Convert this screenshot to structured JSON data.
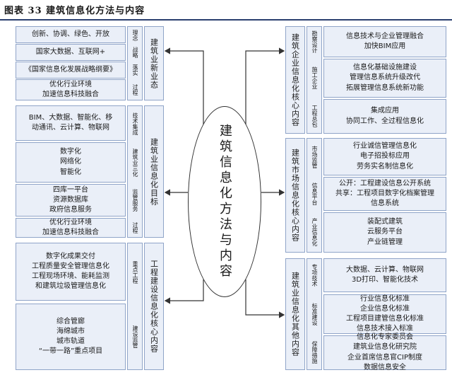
{
  "title": "图表 33  建筑信息化方法与内容",
  "center": "建筑信息化方法与内容",
  "left": [
    {
      "heading": "建筑业新业态",
      "rows": [
        {
          "label": "理念",
          "items": [
            "创新、协调、绿色、开放"
          ]
        },
        {
          "label": "战略",
          "items": [
            "国家大数据、互联网+"
          ]
        },
        {
          "label": "落实",
          "items": [
            "《国家信息化发展战略纲要》"
          ]
        },
        {
          "label": "过程",
          "items": [
            "优化行业环境\n加速信息科技融合"
          ]
        }
      ]
    },
    {
      "heading": "建筑业信息化目标",
      "rows": [
        {
          "label": "技术集成",
          "items": [
            "BIM、大数据、智能化、移\n动通讯、云计算、物联网"
          ]
        },
        {
          "label": "建筑业三化",
          "items": [
            "数字化\n网络化\n智能化"
          ]
        },
        {
          "label": "监管服务",
          "items": [
            "四库一平台\n资源数据库\n政府信息服务"
          ]
        },
        {
          "label": "过程",
          "items": [
            "优化行业环境\n加速信息科技融合"
          ]
        }
      ]
    },
    {
      "heading": "工程建设信息化核心内容",
      "rows": [
        {
          "label": "重点工程",
          "items": [
            "数字化成果交付\n工程质量安全管理信息化\n工程现场环境、能耗监测\n和建筑垃圾管理信息化"
          ]
        },
        {
          "label": "建设监管",
          "items": [
            "综合管廊\n海绵城市\n城市轨道\n“一带一路”重点项目"
          ]
        }
      ]
    }
  ],
  "right": [
    {
      "heading": "建筑企业信息化核心内容",
      "rows": [
        {
          "label": "勘察设计",
          "items": [
            "信息技术与企业管理融合\n加快BIM应用"
          ]
        },
        {
          "label": "施工企业",
          "items": [
            "信息化基础设施建设\n管理信息系统升级改代\n拓展管理信息系统新功能"
          ]
        },
        {
          "label": "工程总包",
          "items": [
            "集成应用\n协同工作、全过程信息化"
          ]
        }
      ]
    },
    {
      "heading": "建筑市场信息化核心内容",
      "rows": [
        {
          "label": "市场监管",
          "items": [
            "行业诚信管理信息化\n电子招投标应用\n劳务实名制信息化"
          ]
        },
        {
          "label": "信息平台",
          "items": [
            "公开：工程建设信息公开系统\n共享：工程项目数字化档案管理\n信息系统"
          ]
        },
        {
          "label": "产业信息化",
          "items": [
            "装配式建筑\n云服务平台\n产业链管理"
          ]
        }
      ]
    },
    {
      "heading": "建筑业信息化其他内容",
      "rows": [
        {
          "label": "专项技术",
          "items": [
            "大数据、云计算、物联网\n3D打印、智能化技术"
          ]
        },
        {
          "label": "标准建设",
          "items": [
            "行业信息化标准\n企业信息化标准\n工程项目建管信息化标准\n信息技术接入标准"
          ]
        },
        {
          "label": "保障措施",
          "items": [
            "信息化专家委员会\n建筑业信息化研究院\n企业首席信息官CIP制度\n数据信息安全"
          ]
        }
      ]
    }
  ]
}
